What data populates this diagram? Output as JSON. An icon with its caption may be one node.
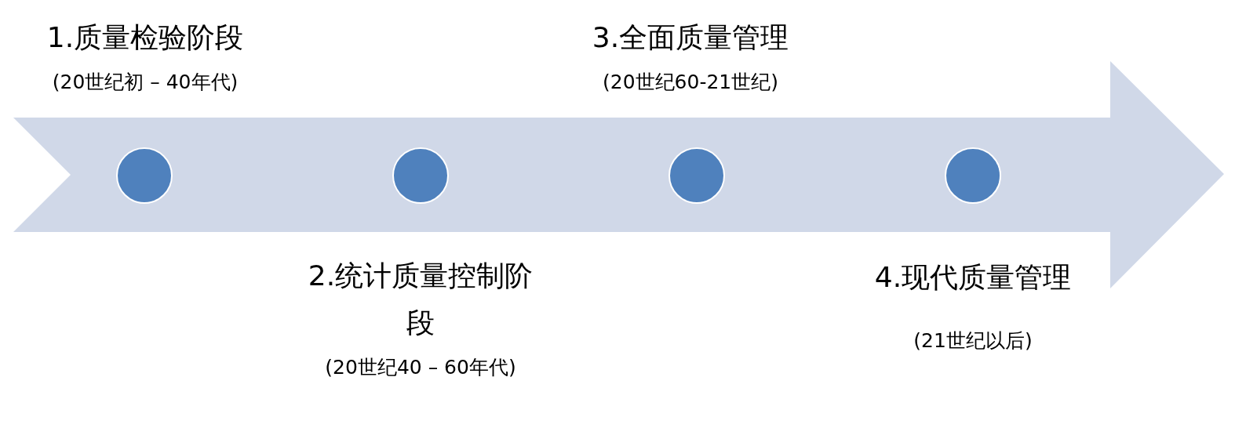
{
  "diagram": {
    "nodes": [
      {
        "text": [],
        "shape": "circle",
        "beside": [
          "1.质量检验阶段",
          "(20世纪初 – 40年代)"
        ]
      },
      {
        "text": [],
        "shape": "circle",
        "beside": [
          "2.统计质量控制阶段",
          "(20世纪40 – 60年代)"
        ]
      },
      {
        "text": [],
        "shape": "circle",
        "beside": [
          "3.全面质量管理",
          "(20世纪60-21世纪)"
        ]
      },
      {
        "text": [],
        "shape": "circle",
        "beside": [
          "4.现代质量管理",
          "(21世纪以后)"
        ]
      }
    ],
    "edges": []
  }
}
